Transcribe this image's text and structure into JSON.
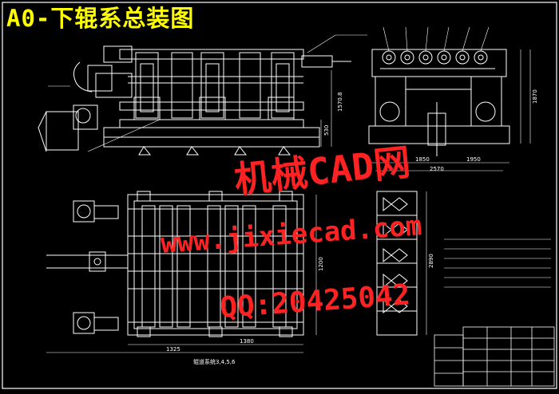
{
  "title": "A0-下辊系总装图",
  "watermarks": {
    "site_cn": "机械CAD网",
    "site_url": "www.jixiecad.com",
    "qq": "QQ:20425042"
  },
  "labels": {
    "dim_front_height": "1570.8",
    "dim_front_530": "530",
    "dim_side_1850": "1850",
    "dim_side_2570": "2570",
    "dim_side_1950": "1950",
    "dim_side_height": "1870",
    "dim_plan_1325": "1325",
    "dim_plan_1380": "1380",
    "dim_plan_1200": "1200",
    "dim_detail_2890": "2890",
    "plan_note": "辊道系统3,4,5,6"
  },
  "colors": {
    "background": "#000000",
    "drawing": "#ffffff",
    "title": "#ffff00",
    "watermark": "#ff2222"
  }
}
